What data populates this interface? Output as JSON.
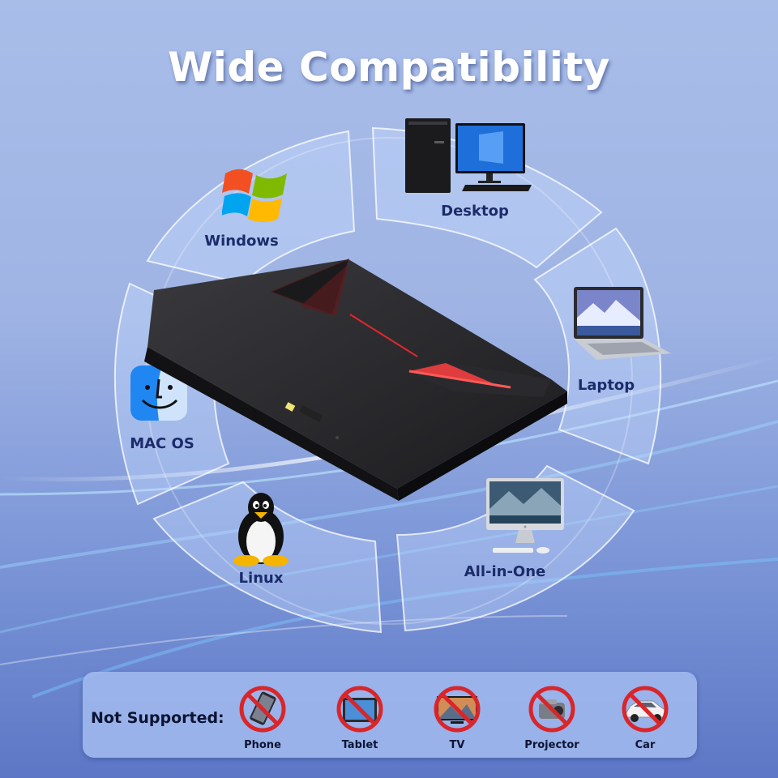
{
  "title": "Wide Compatibility",
  "segments": [
    {
      "label": "Windows",
      "icon": "windows-logo-icon"
    },
    {
      "label": "Desktop",
      "icon": "desktop-pc-icon"
    },
    {
      "label": "Laptop",
      "icon": "laptop-icon"
    },
    {
      "label": "MAC OS",
      "icon": "mac-finder-icon"
    },
    {
      "label": "Linux",
      "icon": "linux-penguin-icon"
    },
    {
      "label": "All-in-One",
      "icon": "all-in-one-pc-icon"
    }
  ],
  "not_supported": {
    "label": "Not Supported:",
    "items": [
      {
        "label": "Phone",
        "icon": "phone-icon"
      },
      {
        "label": "Tablet",
        "icon": "tablet-icon"
      },
      {
        "label": "TV",
        "icon": "tv-icon"
      },
      {
        "label": "Projector",
        "icon": "projector-icon"
      },
      {
        "label": "Car",
        "icon": "car-icon"
      }
    ]
  },
  "colors": {
    "prohibited": "#d8262b",
    "label_text": "#1c2b6a",
    "device_accent": "#e3262d"
  }
}
